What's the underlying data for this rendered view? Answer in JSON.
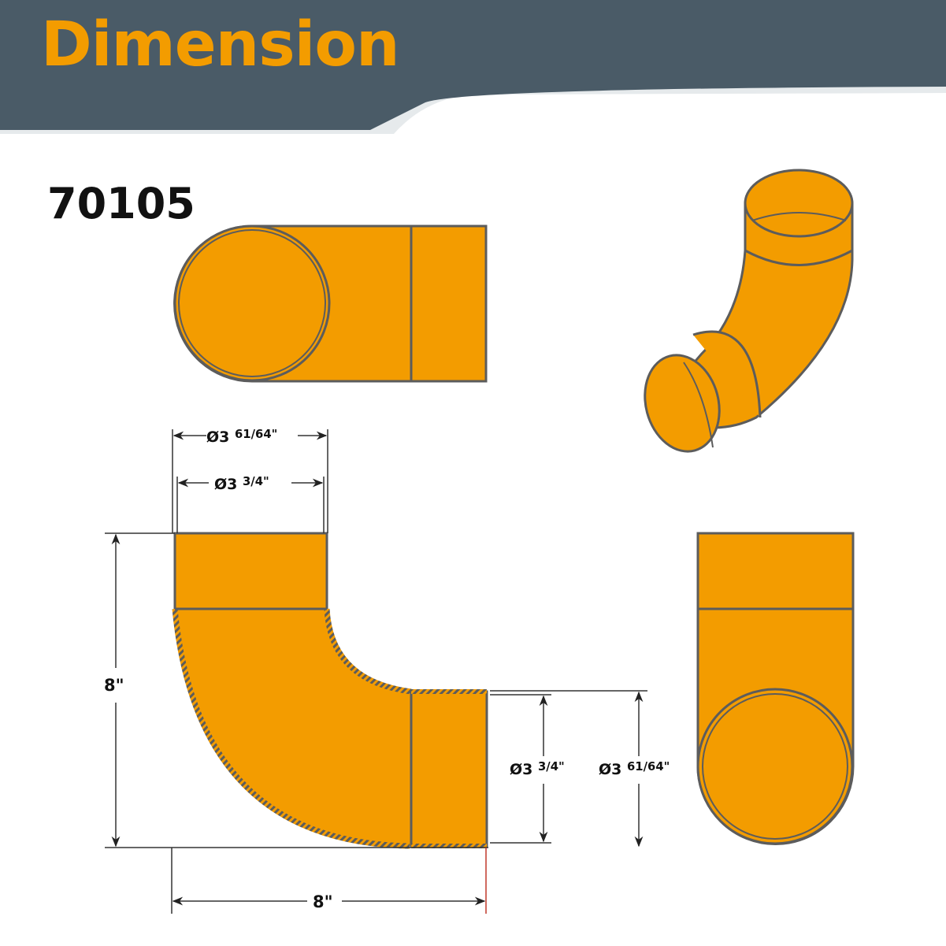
{
  "header": {
    "title": "Dimension",
    "band_color": "#4a5b67",
    "accent_color": "#f39c00"
  },
  "product": {
    "model_number": "70105"
  },
  "drawing": {
    "fill_color": "#f39c00",
    "stroke_color": "#5c5c5c",
    "views": [
      "top-view",
      "isometric-view",
      "front-view",
      "side-view"
    ]
  },
  "dimensions": {
    "top_outer_diameter": {
      "prefix": "Ø3",
      "fraction": "61/64\""
    },
    "top_inner_diameter": {
      "prefix": "Ø3",
      "fraction": "3/4\""
    },
    "height": "8\"",
    "width": "8\"",
    "right_inner_diameter": {
      "prefix": "Ø3",
      "fraction": "3/4\""
    },
    "right_outer_diameter": {
      "prefix": "Ø3",
      "fraction": "61/64\""
    }
  }
}
